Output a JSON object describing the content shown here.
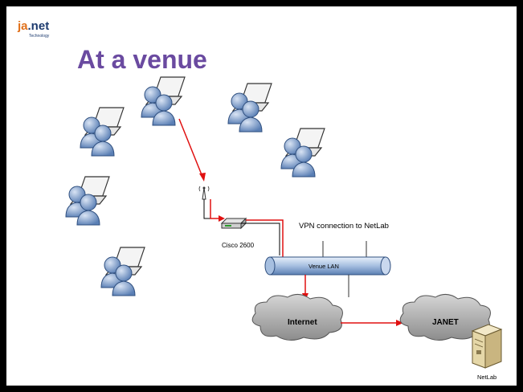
{
  "slide": {
    "title": "At a venue",
    "logo": "ja.net Technology",
    "colors": {
      "title": "#6a4aa0",
      "arrow": "#e01010",
      "cloud": "#9a9a9a",
      "lan": "#7c9cc8"
    }
  },
  "diagram": {
    "router_label": "Cisco 2600",
    "lan_label": "Venue LAN",
    "vpn_label": "VPN connection to NetLab",
    "cloud_internet": "Internet",
    "cloud_janet": "JANET",
    "server_label": "NetLab",
    "icons": [
      "users-laptop-icon",
      "wireless-antenna-icon",
      "router-icon",
      "server-icon",
      "cloud-icon"
    ]
  }
}
